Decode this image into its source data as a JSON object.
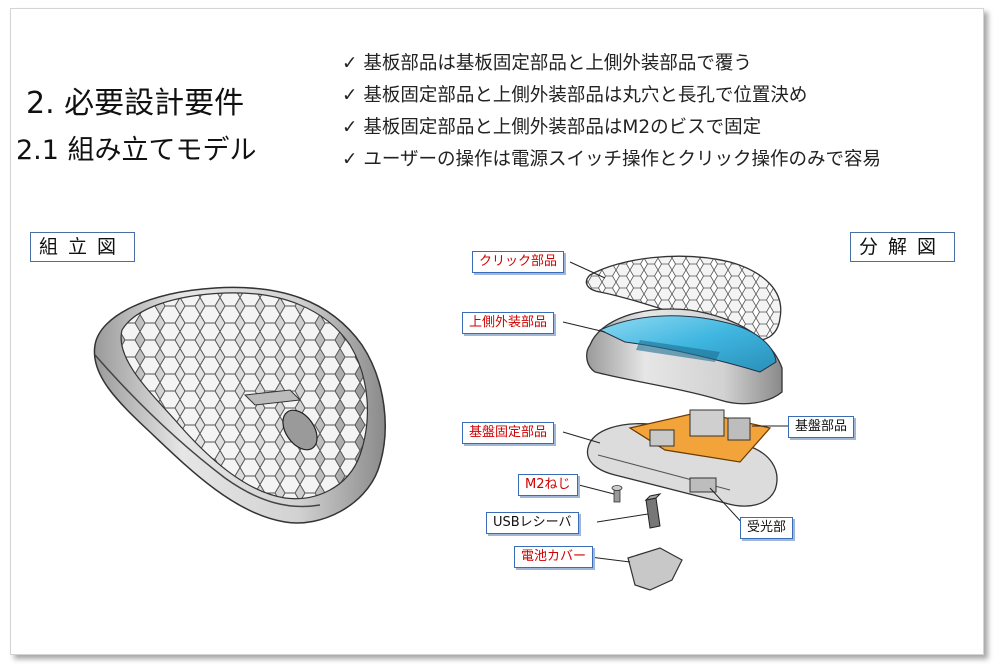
{
  "title": {
    "main": "2.  必要設計要件",
    "sub": "2.1 組み立てモデル"
  },
  "requirements": [
    "基板部品は基板固定部品と上側外装部品で覆う",
    "基板固定部品と上側外装部品は丸穴と長孔で位置決め",
    "基板固定部品と上側外装部品はM2のビスで固定",
    "ユーザーの操作は電源スイッチ操作とクリック操作のみで容易"
  ],
  "check_mark": "✓",
  "labels": {
    "assembly": "組立図",
    "exploded": "分解図"
  },
  "parts": {
    "click": "クリック部品",
    "upper_housing": "上側外装部品",
    "board_fixing": "基盤固定部品",
    "board": "基盤部品",
    "screw": "M2ねじ",
    "usb_receiver": "USBレシーバ",
    "light_receiver": "受光部",
    "battery_cover": "電池カバー"
  },
  "colors": {
    "accent_blue": "#3a6db5",
    "label_red": "#d00000",
    "housing_cyan": "#3fb6e0"
  }
}
